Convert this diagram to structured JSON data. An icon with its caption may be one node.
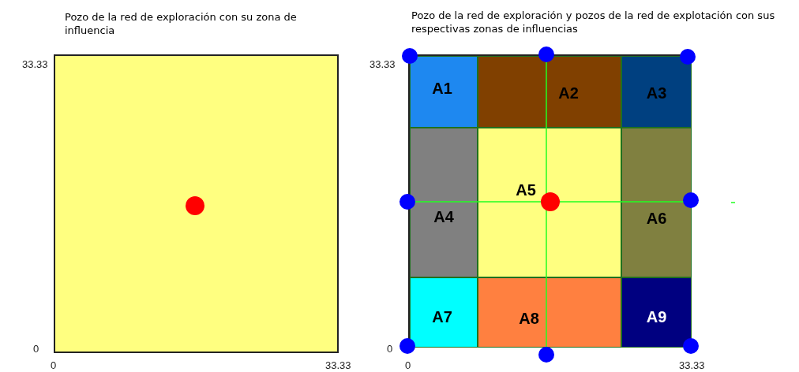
{
  "diagram": {
    "nodes": [
      {
        "text": [
          "Pozo de la red de exploración con su zona de influencia"
        ]
      },
      {
        "text": [
          "Pozo de la red de exploración y pozos de la red de explotación con sus respectivas zonas de influencias"
        ]
      },
      {
        "text": [
          "A1"
        ],
        "in": 1
      },
      {
        "text": [
          "A2"
        ],
        "in": 1
      },
      {
        "text": [
          "A3"
        ],
        "in": 1
      },
      {
        "text": [
          "A4"
        ],
        "in": 1
      },
      {
        "text": [
          "A5"
        ],
        "in": 1
      },
      {
        "text": [
          "A6"
        ],
        "in": 1
      },
      {
        "text": [
          "A7"
        ],
        "in": 1
      },
      {
        "text": [
          "A8"
        ],
        "in": 1
      },
      {
        "text": [
          "A9"
        ],
        "in": 1
      }
    ],
    "edges": [],
    "labels": [
      "33.33",
      "0",
      "0",
      "33.33",
      "33.33",
      "0",
      "0",
      "33.33"
    ]
  }
}
